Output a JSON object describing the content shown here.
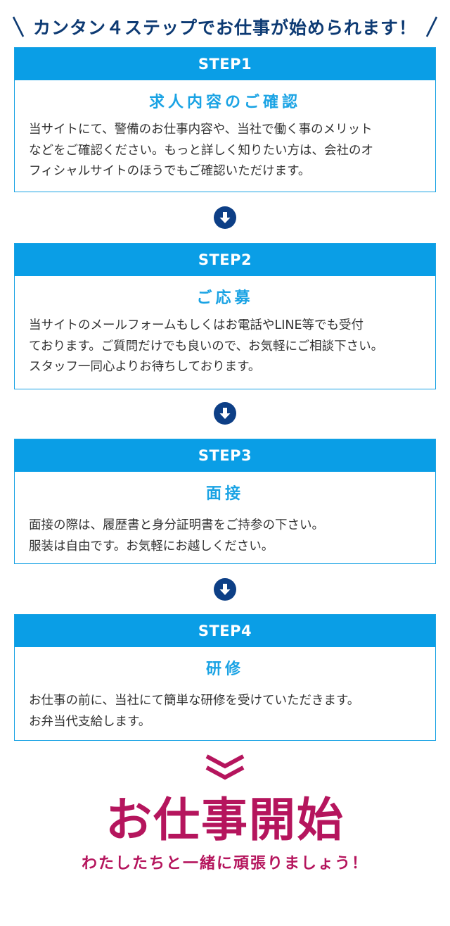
{
  "headline": "カンタン４ステップでお仕事が始められます！",
  "steps": [
    {
      "label": "STEP1",
      "title": "求人内容のご確認",
      "lines": [
        "当サイトにて、警備のお仕事内容や、当社で働く事のメリット",
        "などをご確認ください。もっと詳しく知りたい方は、会社のオ",
        "フィシャルサイトのほうでもご確認いただけます。"
      ]
    },
    {
      "label": "STEP2",
      "title": "ご応募",
      "lines": [
        "当サイトのメールフォームもしくはお電話やLINE等でも受付",
        "ております。ご質問だけでも良いので、お気軽にご相談下さい。",
        "スタッフ一同心よりお待ちしております。"
      ]
    },
    {
      "label": "STEP3",
      "title": "面接",
      "lines": [
        "面接の際は、履歴書と身分証明書をご持参の下さい。",
        "服装は自由です。お気軽にお越しください。"
      ]
    },
    {
      "label": "STEP4",
      "title": "研修",
      "lines": [
        "お仕事の前に、当社にて簡単な研修を受けていただきます。",
        "お弁当代支給します。"
      ]
    }
  ],
  "finale": {
    "title": "お仕事開始",
    "subtitle": "わたしたちと一緒に頑張りましょう！"
  },
  "icons": {
    "step_arrow": "down-arrow-circle-icon",
    "finale_arrow": "double-chevron-down-icon"
  },
  "colors": {
    "headline": "#0d3a73",
    "step_header": "#0a9ee6",
    "step_title": "#1aa3e4",
    "arrow": "#0d3f86",
    "finale": "#b5155d"
  }
}
